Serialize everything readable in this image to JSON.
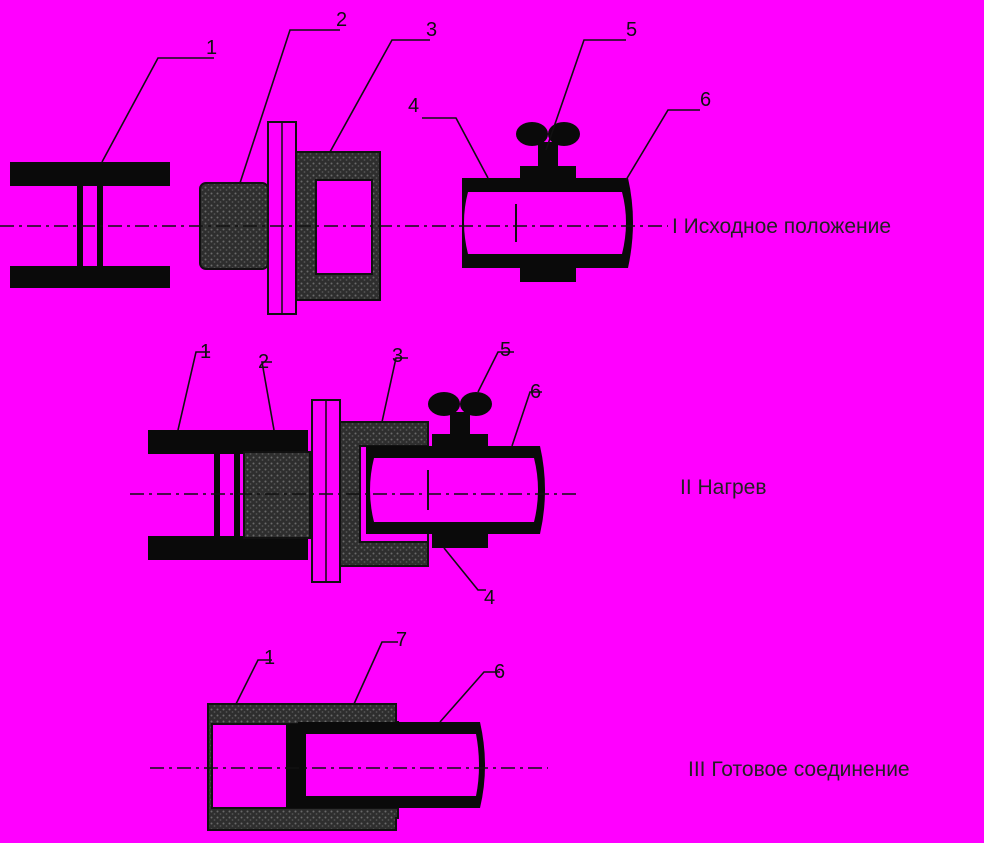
{
  "diagram": {
    "stages": [
      {
        "caption": "I Исходное положение",
        "labels": [
          "1",
          "2",
          "3",
          "4",
          "5",
          "6"
        ]
      },
      {
        "caption": "II Нагрев",
        "labels": [
          "1",
          "2",
          "3",
          "5",
          "6",
          "4"
        ]
      },
      {
        "caption": "III Готовое соединение",
        "labels": [
          "1",
          "7",
          "6"
        ]
      }
    ]
  }
}
